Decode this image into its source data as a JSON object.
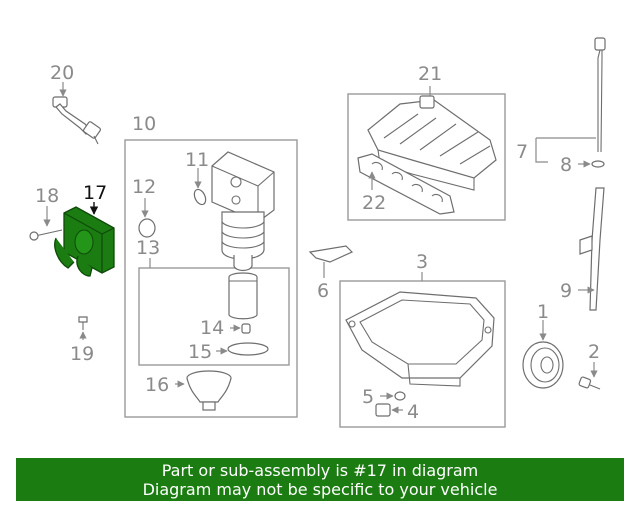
{
  "highlight_color": "#1b7c12",
  "callouts": {
    "c1": "1",
    "c2": "2",
    "c3": "3",
    "c4": "4",
    "c5": "5",
    "c6": "6",
    "c7": "7",
    "c8": "8",
    "c9": "9",
    "c10": "10",
    "c11": "11",
    "c12": "12",
    "c13": "13",
    "c14": "14",
    "c15": "15",
    "c16": "16",
    "c17": "17",
    "c18": "18",
    "c19": "19",
    "c20": "20",
    "c21": "21",
    "c22": "22"
  },
  "banner": {
    "line1": "Part or sub-assembly is #17 in diagram",
    "line2": "Diagram may not be specific to your vehicle"
  }
}
